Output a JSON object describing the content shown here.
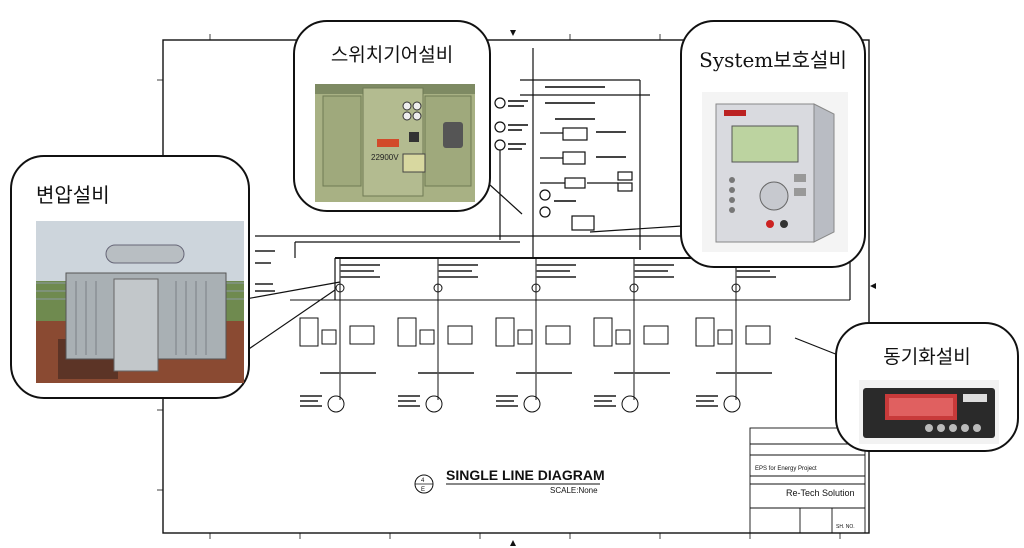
{
  "drawing": {
    "title": "SINGLE LINE DIAGRAM",
    "scale": "SCALE:None",
    "circle_top": "4",
    "circle_bottom": "E",
    "project": "EPS for Energy Project",
    "company": "Re-Tech Solution",
    "sheet_label": "SH. NO."
  },
  "callouts": {
    "switchgear": {
      "title": "스위치기어설비",
      "panel_label": "22900V"
    },
    "protection": {
      "title": "System보호설비"
    },
    "transformer": {
      "title": "변압설비"
    },
    "synchronizer": {
      "title": "동기화설비"
    }
  }
}
